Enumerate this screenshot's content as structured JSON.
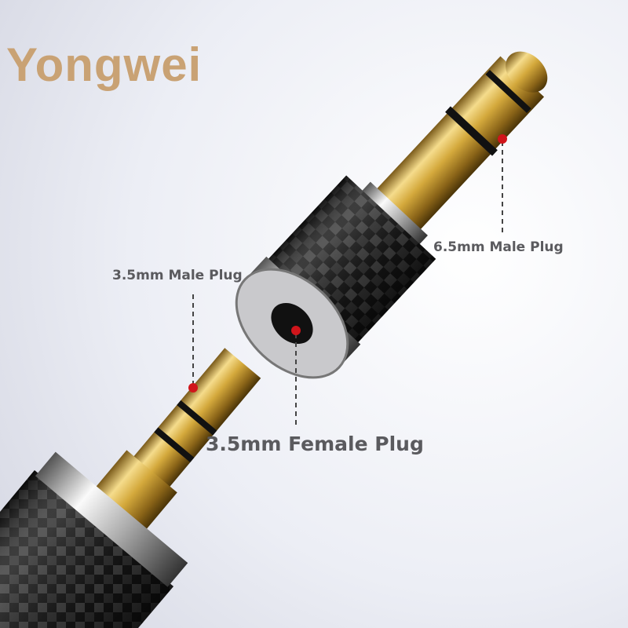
{
  "brand": {
    "name": "Yongwei",
    "color": "#c9a274"
  },
  "labels": {
    "male_65": "6.5mm Male Plug",
    "male_35": "3.5mm Male Plug",
    "female_35": "3.5mm Female Plug"
  },
  "colors": {
    "marker": "#d0151b",
    "gold": "#d4a93c",
    "carbon": "#1a1a1a",
    "background": "#eef0f6"
  }
}
